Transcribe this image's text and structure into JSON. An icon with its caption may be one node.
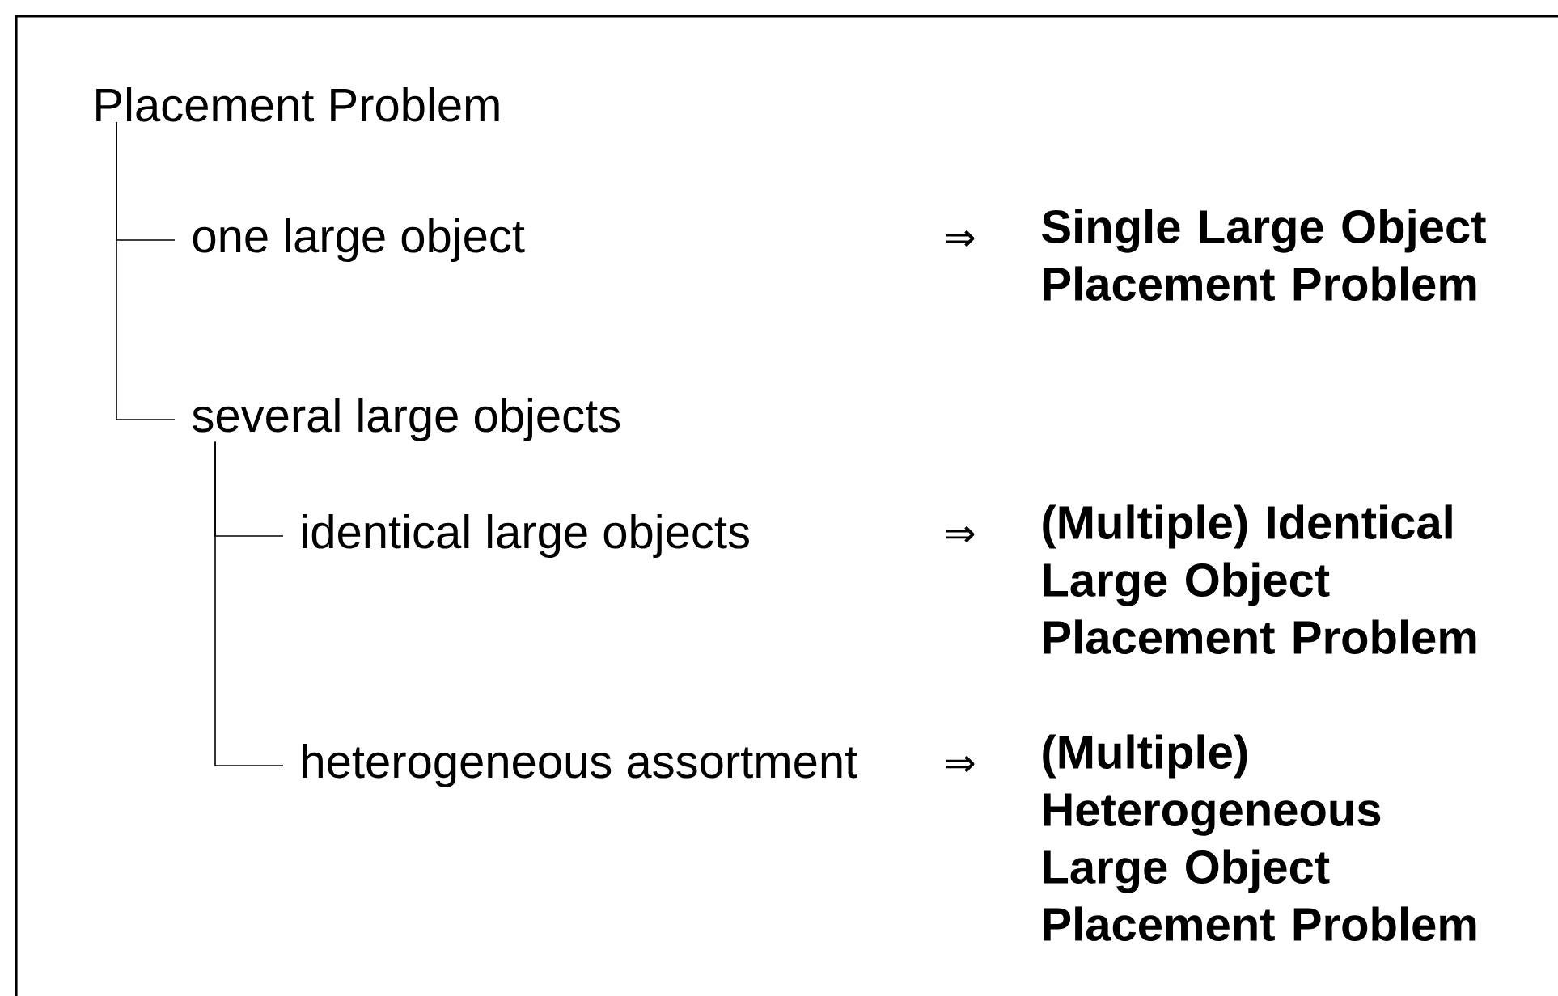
{
  "diagram": {
    "nodes": [
      {
        "text": [
          "Placement Problem"
        ]
      },
      {
        "text": [
          "one large object"
        ]
      },
      {
        "text": [
          "several large objects"
        ]
      },
      {
        "text": [
          "identical large objects"
        ]
      },
      {
        "text": [
          "heterogeneous assortment"
        ]
      },
      {
        "text": [
          "Single Large Object Placement Problem"
        ]
      },
      {
        "text": [
          "(Multiple) Identical Large Object Placement Problem"
        ]
      },
      {
        "text": [
          "(Multiple) Heterogeneous Large Object Placement Problem"
        ]
      }
    ],
    "edges": [
      {
        "from": 0,
        "to": 1,
        "arrow": "none"
      },
      {
        "from": 0,
        "to": 2,
        "arrow": "none"
      },
      {
        "from": 2,
        "to": 3,
        "arrow": "none"
      },
      {
        "from": 2,
        "to": 4,
        "arrow": "none"
      }
    ],
    "labels": [
      "⇒",
      "⇒",
      "⇒"
    ]
  }
}
